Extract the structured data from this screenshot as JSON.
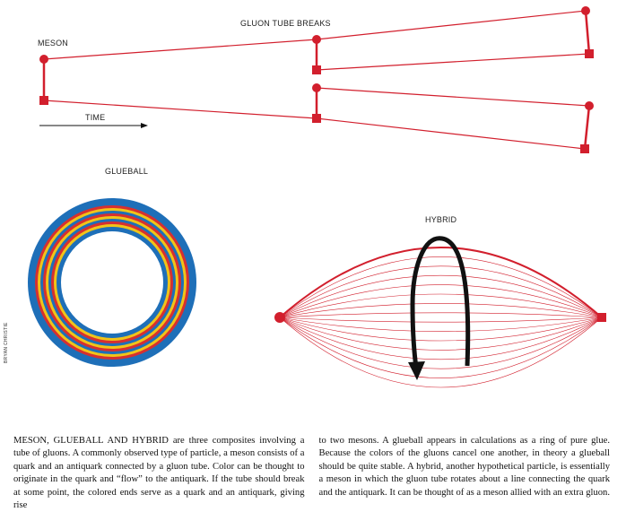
{
  "labels": {
    "meson": "MESON",
    "gluon_tube_breaks": "GLUON TUBE BREAKS",
    "time": "TIME",
    "glueball": "GLUEBALL",
    "hybrid": "HYBRID",
    "credit": "BRYAN CHRISTIE"
  },
  "colors": {
    "tube_red": "#d21f2d",
    "ring_blue": "#1e6fb8",
    "ring_red": "#d63030",
    "ring_yellow": "#f0c419",
    "arrow": "#111111"
  },
  "caption": {
    "lead": "MESON, GLUEBALL AND HYBRID",
    "col1": " are three composites involving a tube of gluons. A commonly observed type of particle, a meson consists of a quark and an antiquark connected by a gluon tube. Color can be thought to originate in the quark and “flow” to the antiquark. If the tube should break at some point, the colored ends serve as a quark and an antiquark, giving rise",
    "col2": "to two mesons. A glueball appears in calculations as a ring of pure glue. Because the colors of the gluons cancel one another, in theory a glueball should be quite stable. A hybrid, another hypothetical particle, is essentially a meson in which the gluon tube rotates about a line connecting the quark and the antiquark. It can be thought of as a meson allied with an extra gluon."
  }
}
